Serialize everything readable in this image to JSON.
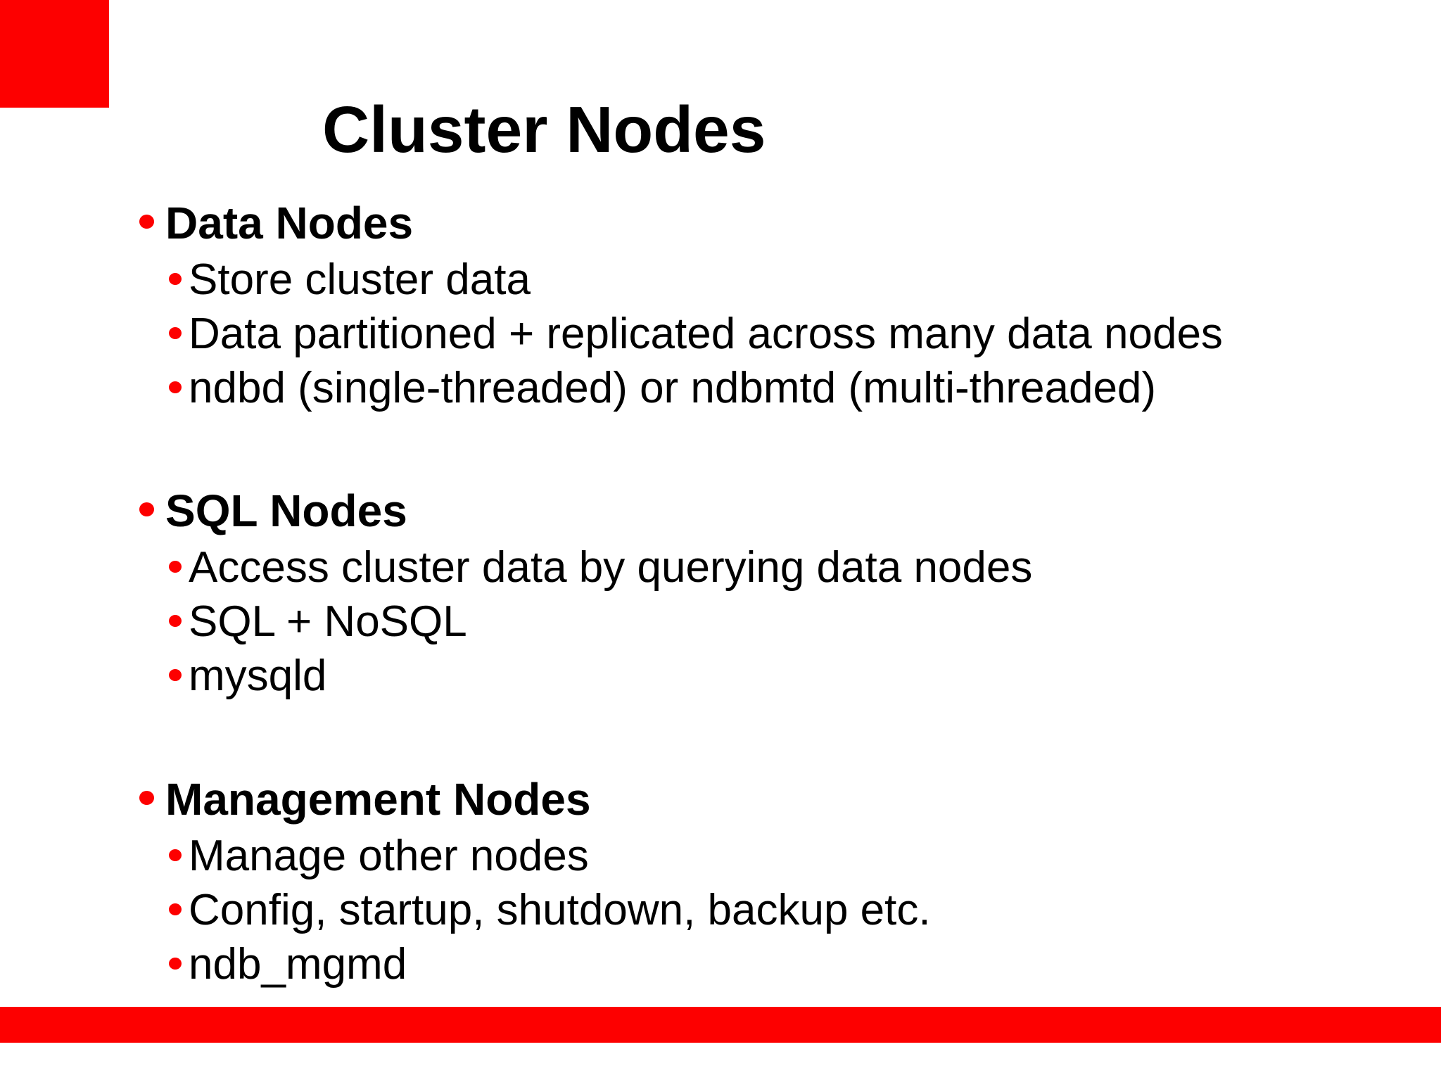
{
  "slide": {
    "title": "Cluster Nodes",
    "accent_color": "#fd0000",
    "text_color": "#000000",
    "background_color": "#ffffff",
    "sections": [
      {
        "heading": "Data Nodes",
        "items": [
          "Store cluster data",
          "Data partitioned + replicated across many data nodes",
          "ndbd (single-threaded) or ndbmtd (multi-threaded)"
        ]
      },
      {
        "heading": "SQL Nodes",
        "items": [
          "Access cluster data by querying data nodes",
          "SQL + NoSQL",
          "mysqld"
        ]
      },
      {
        "heading": "Management Nodes",
        "items": [
          "Manage other nodes",
          "Config, startup, shutdown, backup etc.",
          "ndb_mgmd"
        ]
      }
    ]
  }
}
